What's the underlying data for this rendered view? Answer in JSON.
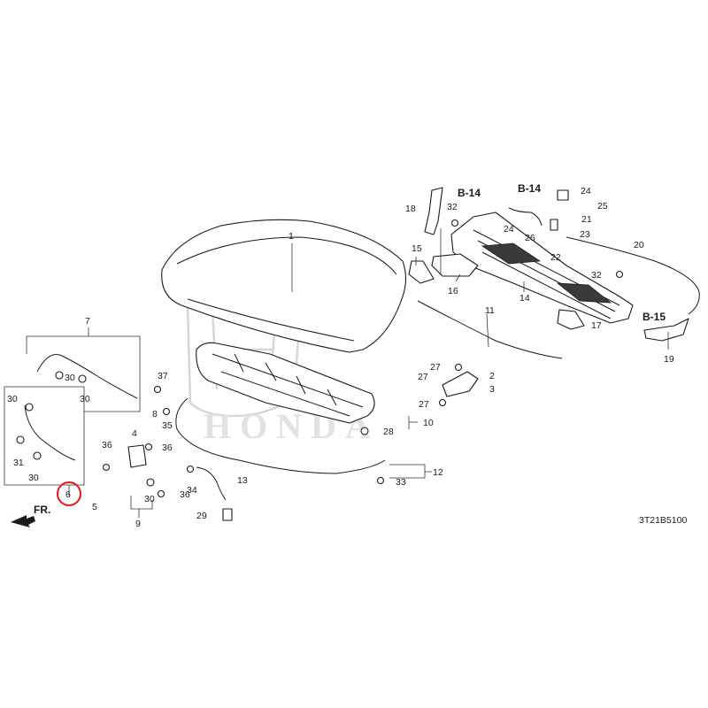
{
  "diagram_code": "3T21B5100",
  "front_marker": "FR.",
  "highlighted_part": "6",
  "watermark_text": "HONDA",
  "ref_labels": [
    "B-14",
    "B-14",
    "B-15"
  ],
  "callouts": {
    "c1": "1",
    "c2": "2",
    "c3": "3",
    "c4": "4",
    "c5": "5",
    "c6": "6",
    "c7": "7",
    "c8": "8",
    "c9": "9",
    "c10": "10",
    "c11": "11",
    "c12": "12",
    "c13": "13",
    "c14": "14",
    "c15": "15",
    "c16": "16",
    "c17": "17",
    "c18": "18",
    "c19": "19",
    "c20": "20",
    "c21": "21",
    "c22": "22",
    "c23": "23",
    "c24a": "24",
    "c24b": "24",
    "c25": "25",
    "c26": "26",
    "c27a": "27",
    "c27b": "27",
    "c27c": "27",
    "c28": "28",
    "c29": "29",
    "c30a": "30",
    "c30b": "30",
    "c30c": "30",
    "c30d": "30",
    "c30e": "30",
    "c31": "31",
    "c32a": "32",
    "c32b": "32",
    "c33": "33",
    "c34": "34",
    "c35": "35",
    "c36a": "36",
    "c36b": "36",
    "c36c": "36",
    "c37": "37"
  },
  "colors": {
    "highlight": "#e0191f",
    "line": "#1a1a1a"
  }
}
